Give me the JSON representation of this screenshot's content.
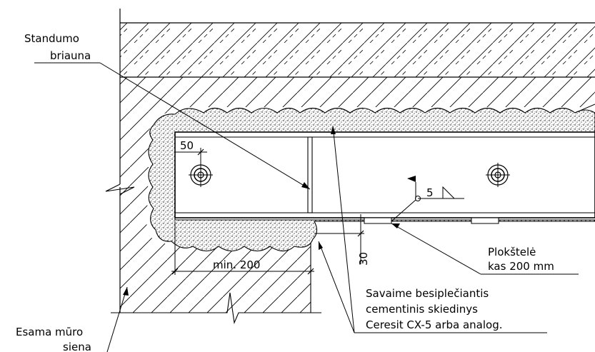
{
  "labels": {
    "standumo_line1": "Standumo",
    "standumo_line2": "briauna",
    "dim_50": "50",
    "weld_size": "5",
    "plokstele_line1": "Plokštelė",
    "plokstele_line2": "kas 200 mm",
    "dim_30": "30",
    "min_200": "min. 200",
    "mortar_line1": "Savaime besiplečiantis",
    "mortar_line2": "cementinis skiedinys",
    "mortar_line3": "Ceresit CX-5 arba analog.",
    "wall_line1": "Esama mūro",
    "wall_line2": "siena"
  },
  "colors": {
    "line": "#000000",
    "background": "#ffffff"
  }
}
